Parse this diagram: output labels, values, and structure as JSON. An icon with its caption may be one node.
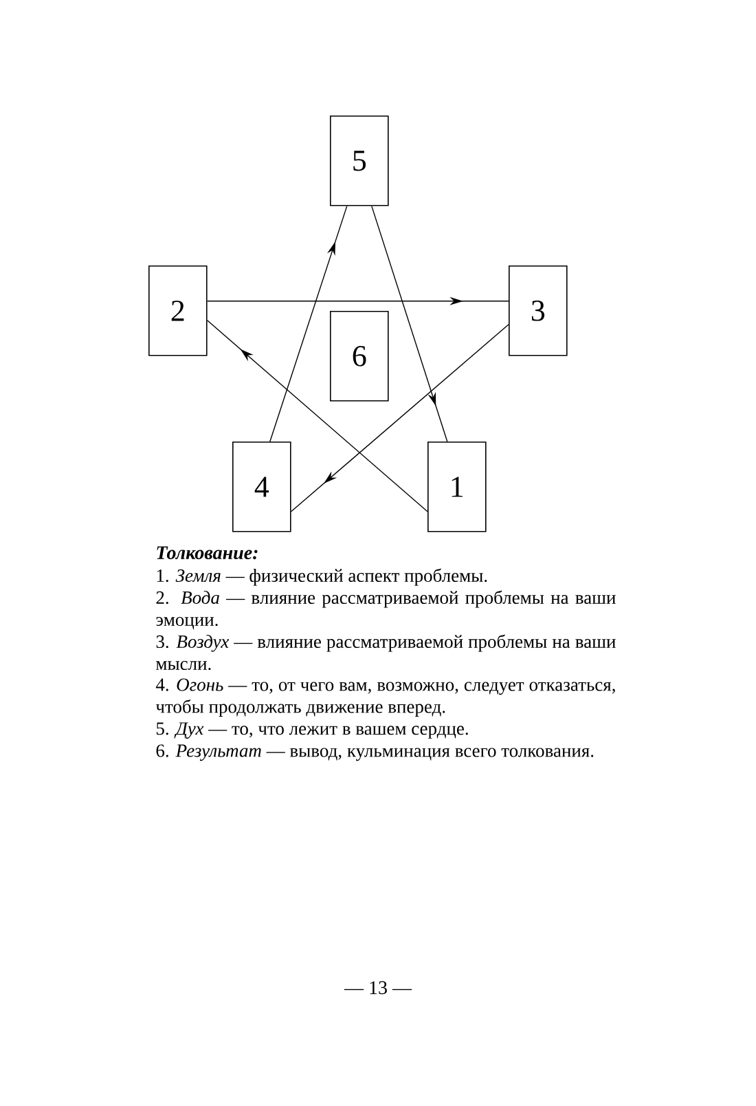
{
  "diagram": {
    "nodes": [
      {
        "text": [
          "5"
        ]
      },
      {
        "text": [
          "2"
        ]
      },
      {
        "text": [
          "3"
        ]
      },
      {
        "text": [
          "6"
        ]
      },
      {
        "text": [
          "4"
        ]
      },
      {
        "text": [
          "1"
        ]
      }
    ],
    "edges": [
      {
        "from": 0,
        "to": 5,
        "arrow": "to"
      },
      {
        "from": 5,
        "to": 1,
        "arrow": "to"
      },
      {
        "from": 1,
        "to": 2,
        "arrow": "to"
      },
      {
        "from": 2,
        "to": 4,
        "arrow": "to"
      },
      {
        "from": 4,
        "to": 0,
        "arrow": "to"
      }
    ],
    "labels": [
      "Толкование:",
      "1. *Земля* — физический аспект проблемы.",
      "2. *Вода* — влияние рассматриваемой проблемы на ваши эмоции.",
      "3. *Воздух* — влияние рассматриваемой проблемы на ваши мысли.",
      "4. *Огонь* — то, от чего вам, возможно, следует отказаться, чтобы продолжать движение вперед.",
      "5. *Дух* — то, что лежит в вашем сердце.",
      "6. *Результат* — вывод, кульминация всего толкования.",
      "— 13 —"
    ]
  }
}
